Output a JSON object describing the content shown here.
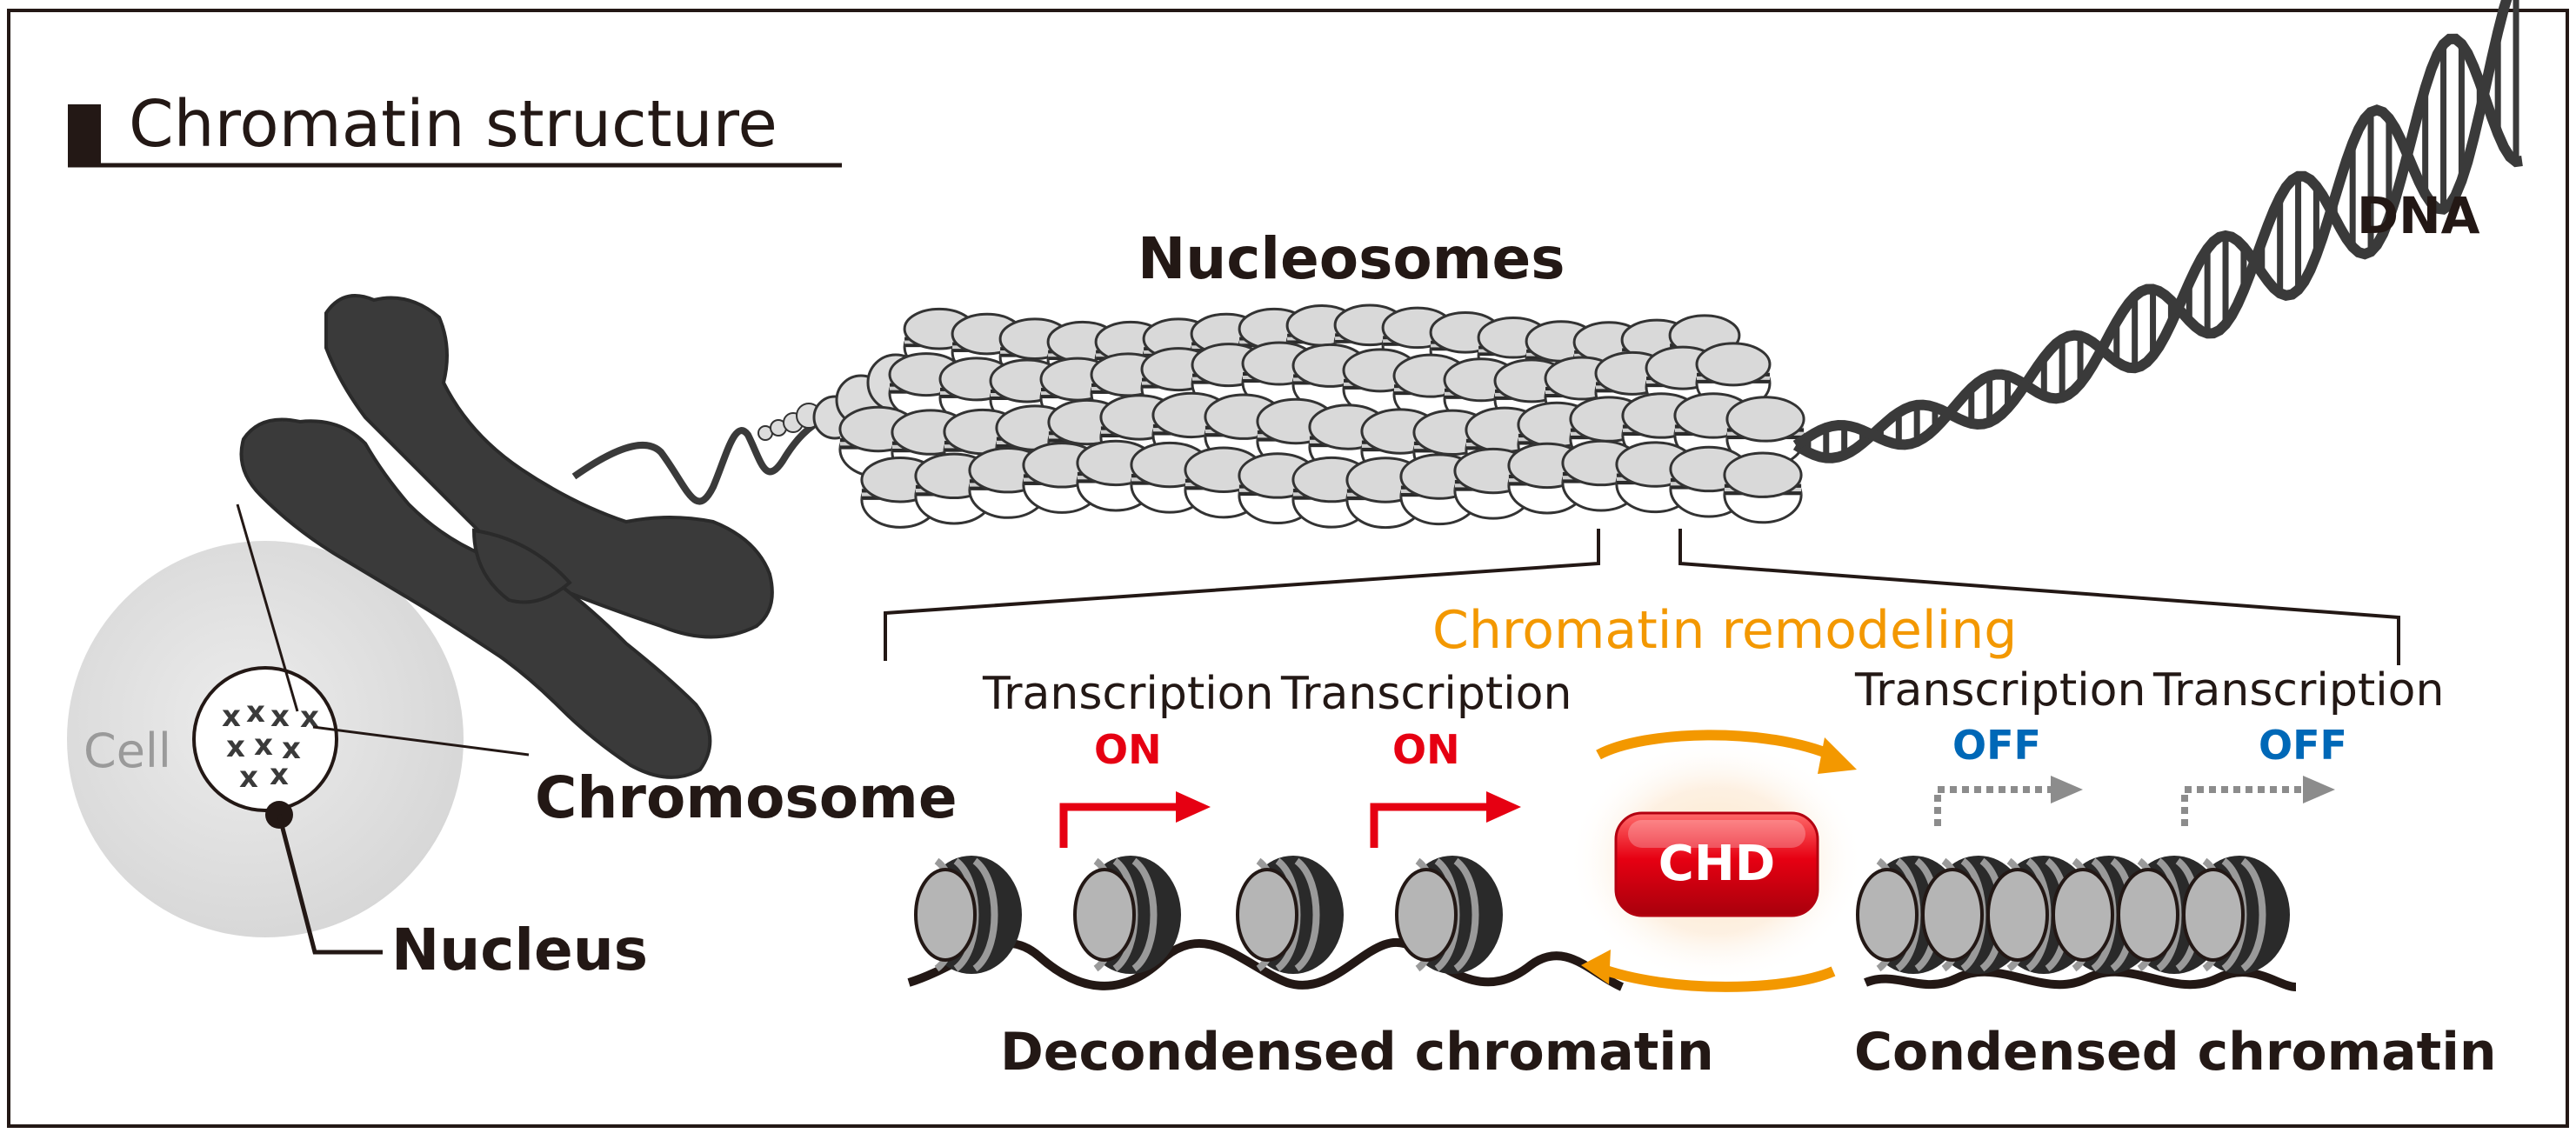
{
  "title": "Chromatin structure",
  "labels": {
    "nucleosomes": "Nucleosomes",
    "dna": "DNA",
    "cell": "Cell",
    "chromosome": "Chromosome",
    "nucleus": "Nucleus",
    "remodeling": "Chromatin remodeling",
    "chd": "CHD",
    "decondensed": "Decondensed chromatin",
    "condensed": "Condensed chromatin"
  },
  "transcription": [
    {
      "label": "Transcription",
      "state": "ON"
    },
    {
      "label": "Transcription",
      "state": "ON"
    },
    {
      "label": "Transcription",
      "state": "OFF"
    },
    {
      "label": "Transcription",
      "state": "OFF"
    }
  ],
  "colors": {
    "on": "#e60012",
    "off": "#0068b7",
    "remodeling": "#f39800",
    "ink": "#231815",
    "chromosome": "#3a3a3a",
    "cell_fill": "#e3e3e3",
    "cell_label": "#9a9a9a",
    "chd_fill": "#d7000f",
    "gray_arrow": "#8c8c8c"
  }
}
